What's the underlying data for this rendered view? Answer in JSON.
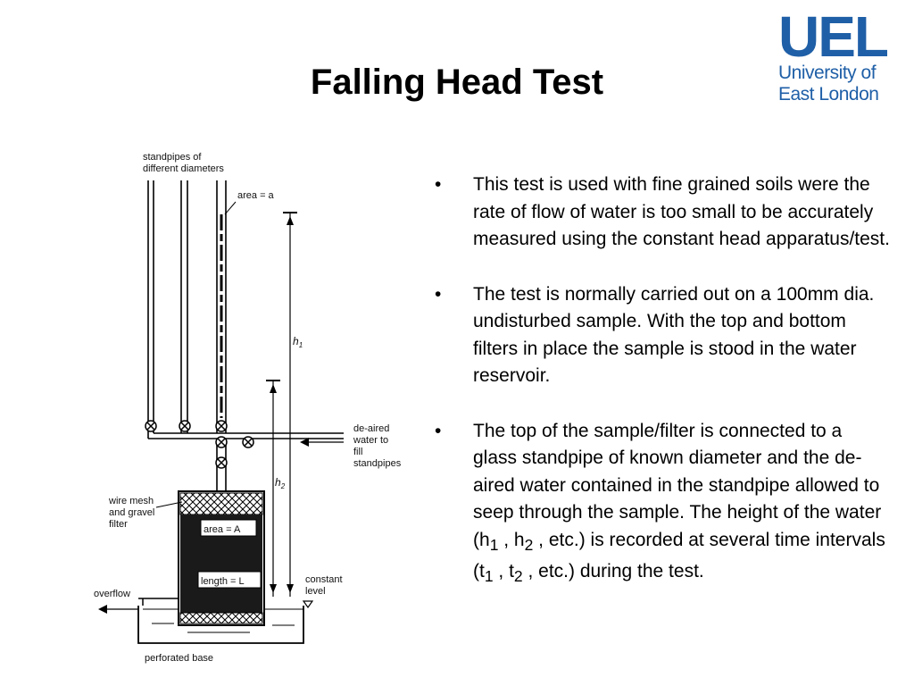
{
  "slide": {
    "title": "Falling Head Test"
  },
  "logo": {
    "acronym": "UEL",
    "line1": "University of",
    "line2": "East London",
    "color": "#1f5fa7"
  },
  "bullets": [
    {
      "marker": "•",
      "text": "This test is used with fine grained soils were the rate of flow of water is too small to be accurately measured using the constant head apparatus/test."
    },
    {
      "marker": "•",
      "text": "The test is normally carried out on a 100mm dia. undisturbed sample. With the top and bottom filters in place the sample is stood in the water reservoir."
    },
    {
      "marker": "•",
      "part1": "The top of the sample/filter is connected to a glass standpipe of known diameter and the de-aired water contained in the standpipe allowed to seep through the sample. The height of the water (h",
      "sub1": "1",
      "part2": " , h",
      "sub2": "2",
      "part3": " , etc.) is recorded at several time intervals (t",
      "sub3": "1",
      "part4": " , t",
      "sub4": "2",
      "part5": " , etc.) during the test."
    }
  ],
  "diagram": {
    "standpipes_l1": "standpipes of",
    "standpipes_l2": "different diameters",
    "area_a": "area = a",
    "h1": "h",
    "h1_sub": "1",
    "h2": "h",
    "h2_sub": "2",
    "deaired_l1": "de-aired",
    "deaired_l2": "water to",
    "deaired_l3": "fill",
    "deaired_l4": "standpipes",
    "wire_l1": "wire mesh",
    "wire_l2": "and gravel",
    "wire_l3": "filter",
    "area_A": "area = A",
    "length_L": "length = L",
    "constant_l1": "constant",
    "constant_l2": "level",
    "overflow": "overflow",
    "perforated": "perforated base"
  }
}
